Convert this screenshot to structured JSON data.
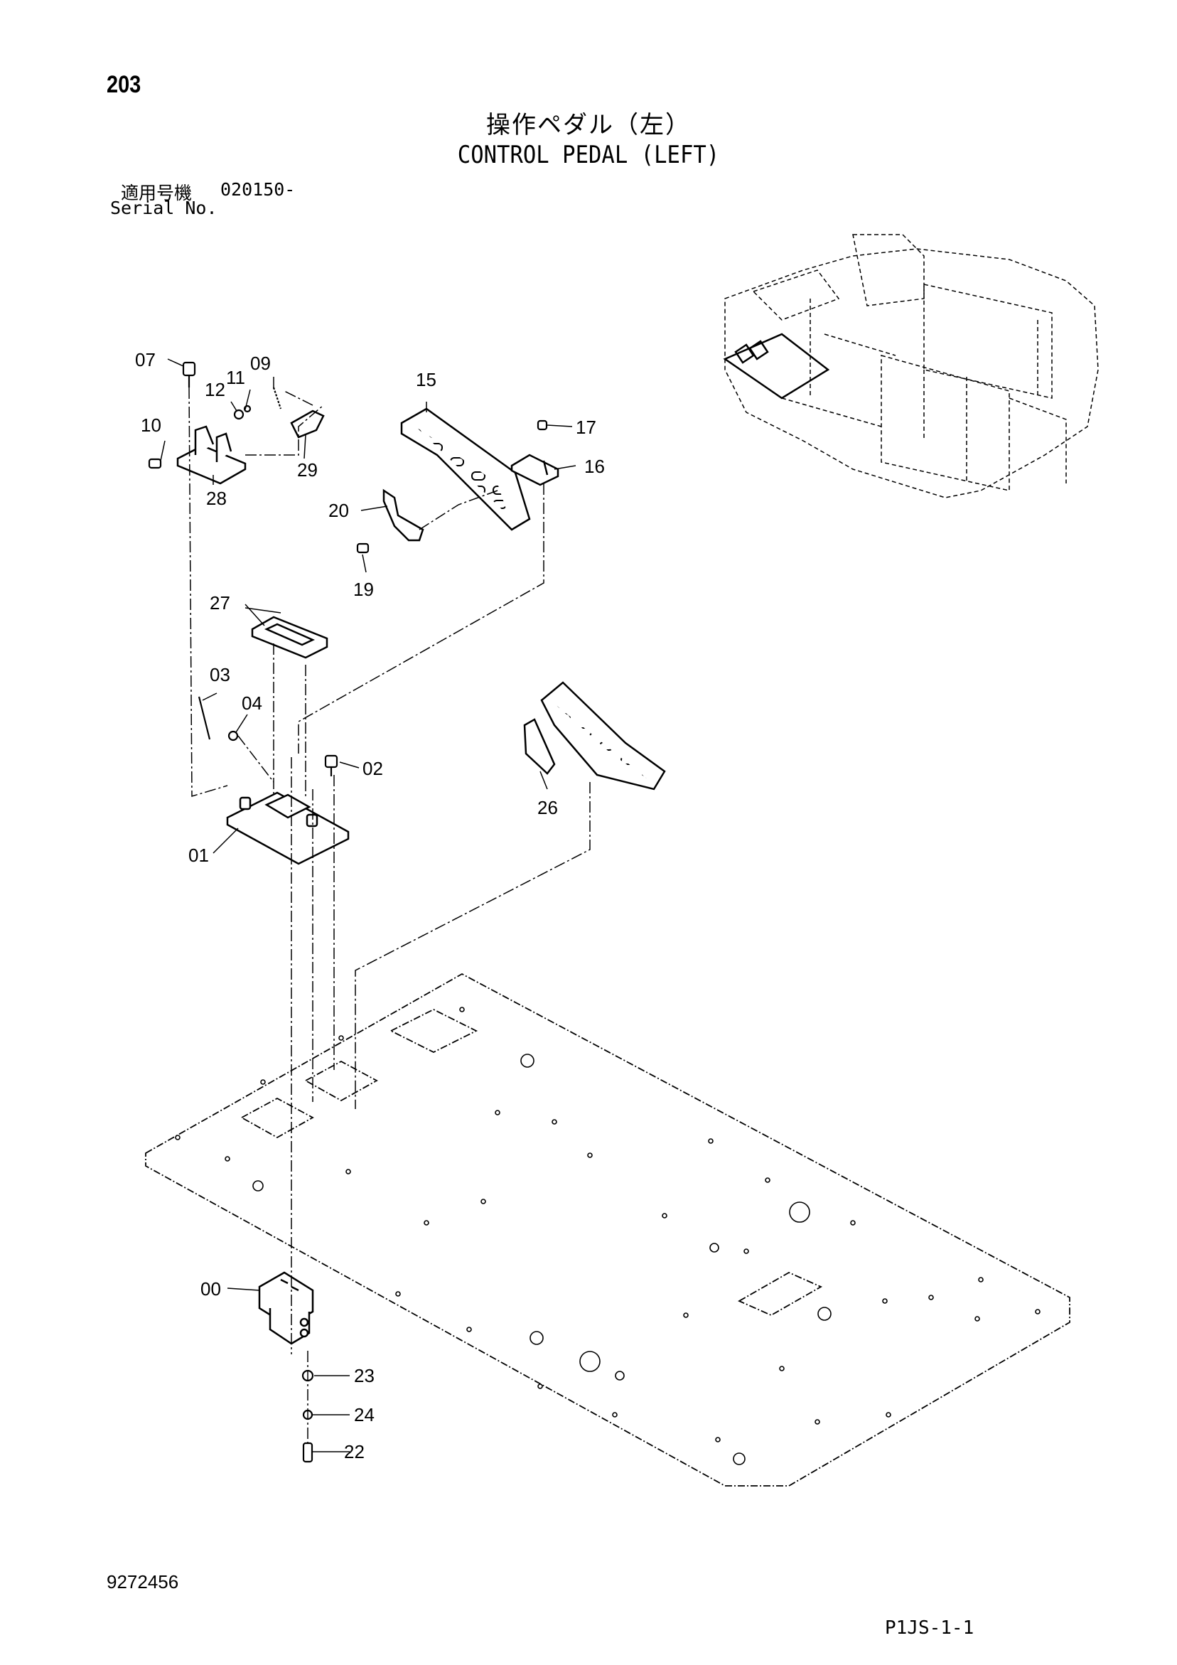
{
  "page": {
    "number": "203",
    "title_jp": "操作ペダル（左）",
    "title_en": "CONTROL PEDAL (LEFT)",
    "serial_label_jp": "適用号機",
    "serial_value": "020150-",
    "serial_label_en": "Serial No.",
    "drawing_number": "9272456",
    "sheet_code": "P1JS-1-1"
  },
  "callouts": [
    "07",
    "09",
    "11",
    "12",
    "10",
    "28",
    "29",
    "15",
    "17",
    "16",
    "20",
    "19",
    "27",
    "03",
    "04",
    "02",
    "01",
    "26",
    "00",
    "23",
    "24",
    "22"
  ]
}
